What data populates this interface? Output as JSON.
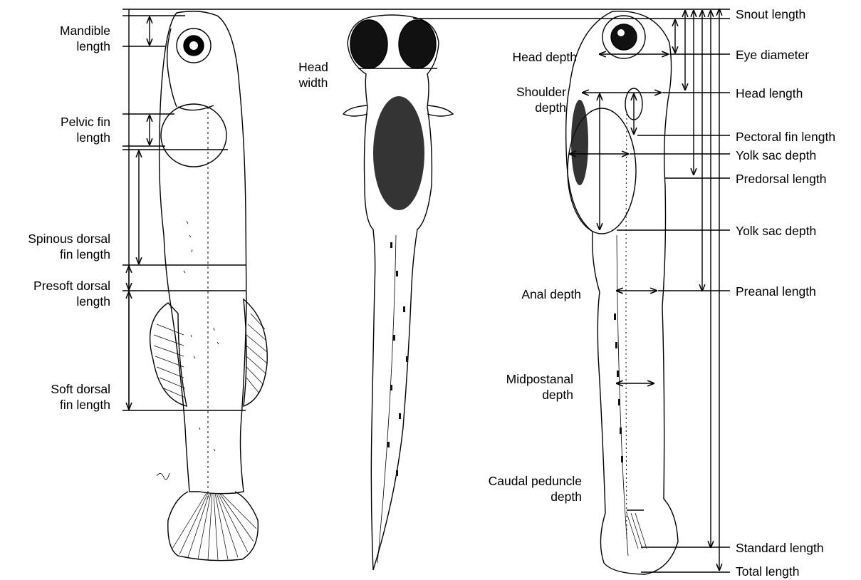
{
  "colors": {
    "ink": "#000000",
    "yolk_pigment": "#111111",
    "background": "#ffffff"
  },
  "labels": {
    "left": {
      "mandible": [
        "Mandible",
        "length"
      ],
      "pelvic_fin": [
        "Pelvic fin",
        "length"
      ],
      "spinous_dorsal": [
        "Spinous dorsal",
        "fin length"
      ],
      "presoft_dorsal": [
        "Presoft dorsal",
        "length"
      ],
      "soft_dorsal": [
        "Soft dorsal",
        "fin length"
      ]
    },
    "middle": {
      "head_width": [
        "Head",
        "width"
      ]
    },
    "inner": {
      "head_depth": "Head depth",
      "shoulder_depth": [
        "Shoulder",
        "depth"
      ],
      "anal_depth": "Anal depth",
      "midpostanal_depth": [
        "Midpostanal",
        "depth"
      ],
      "caudal_peduncle_depth": [
        "Caudal peduncle",
        "depth"
      ]
    },
    "right": {
      "snout_length": "Snout length",
      "eye_diameter": "Eye diameter",
      "head_length": "Head length",
      "pectoral_fin_length": "Pectoral fin length",
      "yolk_sac_depth_1": "Yolk sac depth",
      "predorsal_length": "Predorsal length",
      "yolk_sac_depth_2": "Yolk sac depth",
      "preanal_length": "Preanal length",
      "standard_length": "Standard length",
      "total_length": "Total length"
    }
  }
}
